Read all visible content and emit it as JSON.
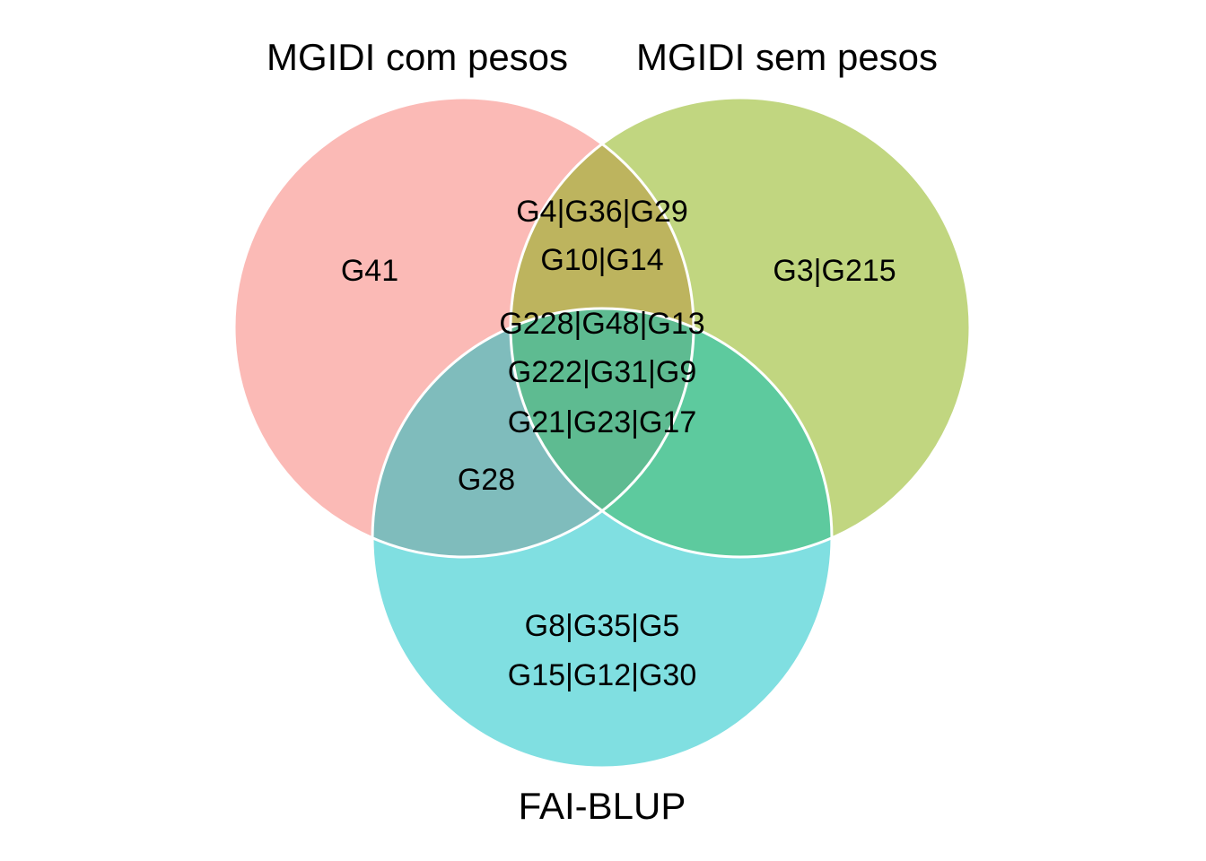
{
  "sets": [
    {
      "key": "a",
      "title": "MGIDI com pesos",
      "color": "#F8766D"
    },
    {
      "key": "b",
      "title": "MGIDI sem pesos",
      "color": "#7CAE00"
    },
    {
      "key": "c",
      "title": "FAI-BLUP",
      "color": "#00BFC4"
    }
  ],
  "regions": {
    "only_a": [
      "G41"
    ],
    "only_b": [
      "G3|G215"
    ],
    "only_c": [
      "G8|G35|G5",
      "G15|G12|G30"
    ],
    "a_b": [
      "G4|G36|G29",
      "G10|G14"
    ],
    "a_c": [
      "G28"
    ],
    "b_c": [],
    "a_b_c": [
      "G228|G48|G13",
      "G222|G31|G9",
      "G21|G23|G17"
    ]
  },
  "colors": {
    "outline": "#FFFFFF",
    "only_a": "#FBBAB6",
    "only_b": "#C1D680",
    "only_c": "#80DFE1",
    "a_b": "#BDB45E",
    "a_c": "#7FBCBC",
    "b_c": "#5DCA9E",
    "a_b_c": "#5EBB91"
  }
}
